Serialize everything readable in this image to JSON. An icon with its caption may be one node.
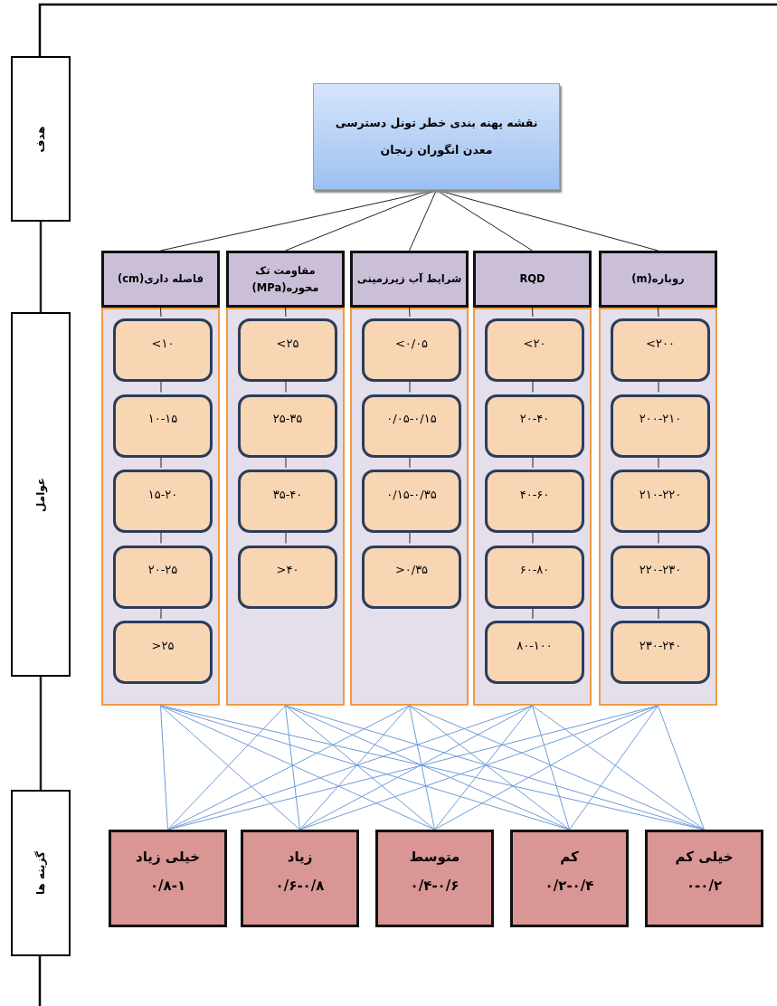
{
  "diagram": {
    "nodes": [
      {
        "text": [
          "هدف"
        ]
      },
      {
        "text": [
          "عوامل"
        ]
      },
      {
        "text": [
          "گزینه ها"
        ]
      },
      {
        "text": [
          "نقشه پهنه بندی خطر تونل دسترسی معدن انگوران زنجان"
        ]
      },
      {
        "text": [
          "فاصله داری(cm)"
        ]
      },
      {
        "text": [],
        "shape": "box"
      },
      {
        "text": [
          "<۱۰"
        ],
        "in": 5
      },
      {
        "text": [
          "۱۰-۱۵"
        ],
        "in": 5
      },
      {
        "text": [
          "۱۵-۲۰"
        ],
        "in": 5
      },
      {
        "text": [
          "۲۰-۲۵"
        ],
        "in": 5
      },
      {
        "text": [
          ">۲۵"
        ],
        "in": 5
      },
      {
        "text": [
          "مقاومت تک محوره(MPa)"
        ]
      },
      {
        "text": [],
        "shape": "box"
      },
      {
        "text": [
          "<۲۵"
        ],
        "in": 12
      },
      {
        "text": [
          "۲۵-۳۵"
        ],
        "in": 12
      },
      {
        "text": [
          "۳۵-۴۰"
        ],
        "in": 12
      },
      {
        "text": [
          ">۴۰"
        ],
        "in": 12
      },
      {
        "text": [
          "شرایط آب زیرزمینی"
        ]
      },
      {
        "text": [],
        "shape": "box"
      },
      {
        "text": [
          "<۰/۰۵"
        ],
        "in": 18
      },
      {
        "text": [
          "۰/۰۵-۰/۱۵"
        ],
        "in": 18
      },
      {
        "text": [
          "۰/۱۵-۰/۳۵"
        ],
        "in": 18
      },
      {
        "text": [
          ">۰/۳۵"
        ],
        "in": 18
      },
      {
        "text": [
          "RQD"
        ]
      },
      {
        "text": [],
        "shape": "box"
      },
      {
        "text": [
          "<۲۰"
        ],
        "in": 24
      },
      {
        "text": [
          "۲۰-۴۰"
        ],
        "in": 24
      },
      {
        "text": [
          "۴۰-۶۰"
        ],
        "in": 24
      },
      {
        "text": [
          "۶۰-۸۰"
        ],
        "in": 24
      },
      {
        "text": [
          "۸۰-۱۰۰"
        ],
        "in": 24
      },
      {
        "text": [
          "روباره(m)"
        ]
      },
      {
        "text": [],
        "shape": "box"
      },
      {
        "text": [
          "<۲۰۰"
        ],
        "in": 31
      },
      {
        "text": [
          "۲۰۰-۲۱۰"
        ],
        "in": 31
      },
      {
        "text": [
          "۲۱۰-۲۲۰"
        ],
        "in": 31
      },
      {
        "text": [
          "۲۲۰-۲۳۰"
        ],
        "in": 31
      },
      {
        "text": [
          "۲۳۰-۲۴۰"
        ],
        "in": 31
      },
      {
        "text": [
          "خیلی زیاد",
          "۰/۸-۱"
        ]
      },
      {
        "text": [
          "زیاد",
          "۰/۶-۰/۸"
        ]
      },
      {
        "text": [
          "متوسط",
          "۰/۴-۰/۶"
        ]
      },
      {
        "text": [
          "کم",
          "۰/۲-۰/۴"
        ]
      },
      {
        "text": [
          "خیلی کم",
          "۰-۰/۲"
        ]
      }
    ],
    "edges": [
      {
        "from": 0,
        "to": 1,
        "arrow": "none"
      },
      {
        "from": 1,
        "to": 2,
        "arrow": "none"
      },
      {
        "from": 3,
        "to": 4,
        "arrow": "none"
      },
      {
        "from": 3,
        "to": 11,
        "arrow": "none"
      },
      {
        "from": 3,
        "to": 17,
        "arrow": "none"
      },
      {
        "from": 3,
        "to": 23,
        "arrow": "none"
      },
      {
        "from": 3,
        "to": 30,
        "arrow": "none"
      },
      {
        "from": 4,
        "to": 6,
        "arrow": "none"
      },
      {
        "from": 6,
        "to": 7,
        "arrow": "none"
      },
      {
        "from": 7,
        "to": 8,
        "arrow": "none"
      },
      {
        "from": 8,
        "to": 9,
        "arrow": "none"
      },
      {
        "from": 9,
        "to": 10,
        "arrow": "none"
      },
      {
        "from": 11,
        "to": 13,
        "arrow": "none"
      },
      {
        "from": 13,
        "to": 14,
        "arrow": "none"
      },
      {
        "from": 14,
        "to": 15,
        "arrow": "none"
      },
      {
        "from": 15,
        "to": 16,
        "arrow": "none"
      },
      {
        "from": 17,
        "to": 19,
        "arrow": "none"
      },
      {
        "from": 19,
        "to": 20,
        "arrow": "none"
      },
      {
        "from": 20,
        "to": 21,
        "arrow": "none"
      },
      {
        "from": 21,
        "to": 22,
        "arrow": "none"
      },
      {
        "from": 23,
        "to": 25,
        "arrow": "none"
      },
      {
        "from": 25,
        "to": 26,
        "arrow": "none"
      },
      {
        "from": 26,
        "to": 27,
        "arrow": "none"
      },
      {
        "from": 27,
        "to": 28,
        "arrow": "none"
      },
      {
        "from": 28,
        "to": 29,
        "arrow": "none"
      },
      {
        "from": 30,
        "to": 32,
        "arrow": "none"
      },
      {
        "from": 32,
        "to": 33,
        "arrow": "none"
      },
      {
        "from": 33,
        "to": 34,
        "arrow": "none"
      },
      {
        "from": 34,
        "to": 35,
        "arrow": "none"
      },
      {
        "from": 35,
        "to": 36,
        "arrow": "none"
      },
      {
        "from": 5,
        "to": 37,
        "arrow": "none",
        "color": "#6f9bd8"
      },
      {
        "from": 5,
        "to": 38,
        "arrow": "none",
        "color": "#6f9bd8"
      },
      {
        "from": 5,
        "to": 39,
        "arrow": "none",
        "color": "#6f9bd8"
      },
      {
        "from": 5,
        "to": 40,
        "arrow": "none",
        "color": "#6f9bd8"
      },
      {
        "from": 5,
        "to": 41,
        "arrow": "none",
        "color": "#6f9bd8"
      },
      {
        "from": 12,
        "to": 37,
        "arrow": "none",
        "color": "#6f9bd8"
      },
      {
        "from": 12,
        "to": 38,
        "arrow": "none",
        "color": "#6f9bd8"
      },
      {
        "from": 12,
        "to": 39,
        "arrow": "none",
        "color": "#6f9bd8"
      },
      {
        "from": 12,
        "to": 40,
        "arrow": "none",
        "color": "#6f9bd8"
      },
      {
        "from": 12,
        "to": 41,
        "arrow": "none",
        "color": "#6f9bd8"
      },
      {
        "from": 18,
        "to": 37,
        "arrow": "none",
        "color": "#6f9bd8"
      },
      {
        "from": 18,
        "to": 38,
        "arrow": "none",
        "color": "#6f9bd8"
      },
      {
        "from": 18,
        "to": 39,
        "arrow": "none",
        "color": "#6f9bd8"
      },
      {
        "from": 18,
        "to": 40,
        "arrow": "none",
        "color": "#6f9bd8"
      },
      {
        "from": 18,
        "to": 41,
        "arrow": "none",
        "color": "#6f9bd8"
      },
      {
        "from": 24,
        "to": 37,
        "arrow": "none",
        "color": "#6f9bd8"
      },
      {
        "from": 24,
        "to": 38,
        "arrow": "none",
        "color": "#6f9bd8"
      },
      {
        "from": 24,
        "to": 39,
        "arrow": "none",
        "color": "#6f9bd8"
      },
      {
        "from": 24,
        "to": 40,
        "arrow": "none",
        "color": "#6f9bd8"
      },
      {
        "from": 24,
        "to": 41,
        "arrow": "none",
        "color": "#6f9bd8"
      },
      {
        "from": 31,
        "to": 37,
        "arrow": "none",
        "color": "#6f9bd8"
      },
      {
        "from": 31,
        "to": 38,
        "arrow": "none",
        "color": "#6f9bd8"
      },
      {
        "from": 31,
        "to": 39,
        "arrow": "none",
        "color": "#6f9bd8"
      },
      {
        "from": 31,
        "to": 40,
        "arrow": "none",
        "color": "#6f9bd8"
      },
      {
        "from": 31,
        "to": 41,
        "arrow": "none",
        "color": "#6f9bd8"
      }
    ]
  }
}
